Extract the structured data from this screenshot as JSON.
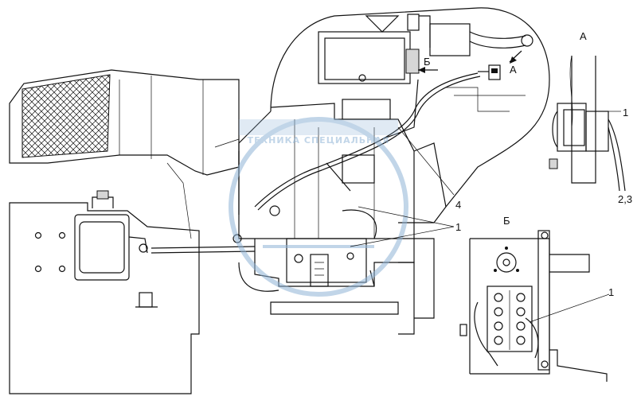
{
  "callouts": {
    "view_a_title": "А",
    "view_b_title": "Б",
    "arrow_b": "Б",
    "arrow_a": "А",
    "part_1_main": "1",
    "part_4": "4",
    "part_1_view_a": "1",
    "part_23_view_a": "2,3",
    "part_1_view_b": "1"
  },
  "watermark": {
    "text": "ТЕХНИКА  СПЕЦИАЛЬНАЯ"
  },
  "colors": {
    "line": "#111111",
    "watermark": "#8fb4d6",
    "background": "#ffffff"
  }
}
